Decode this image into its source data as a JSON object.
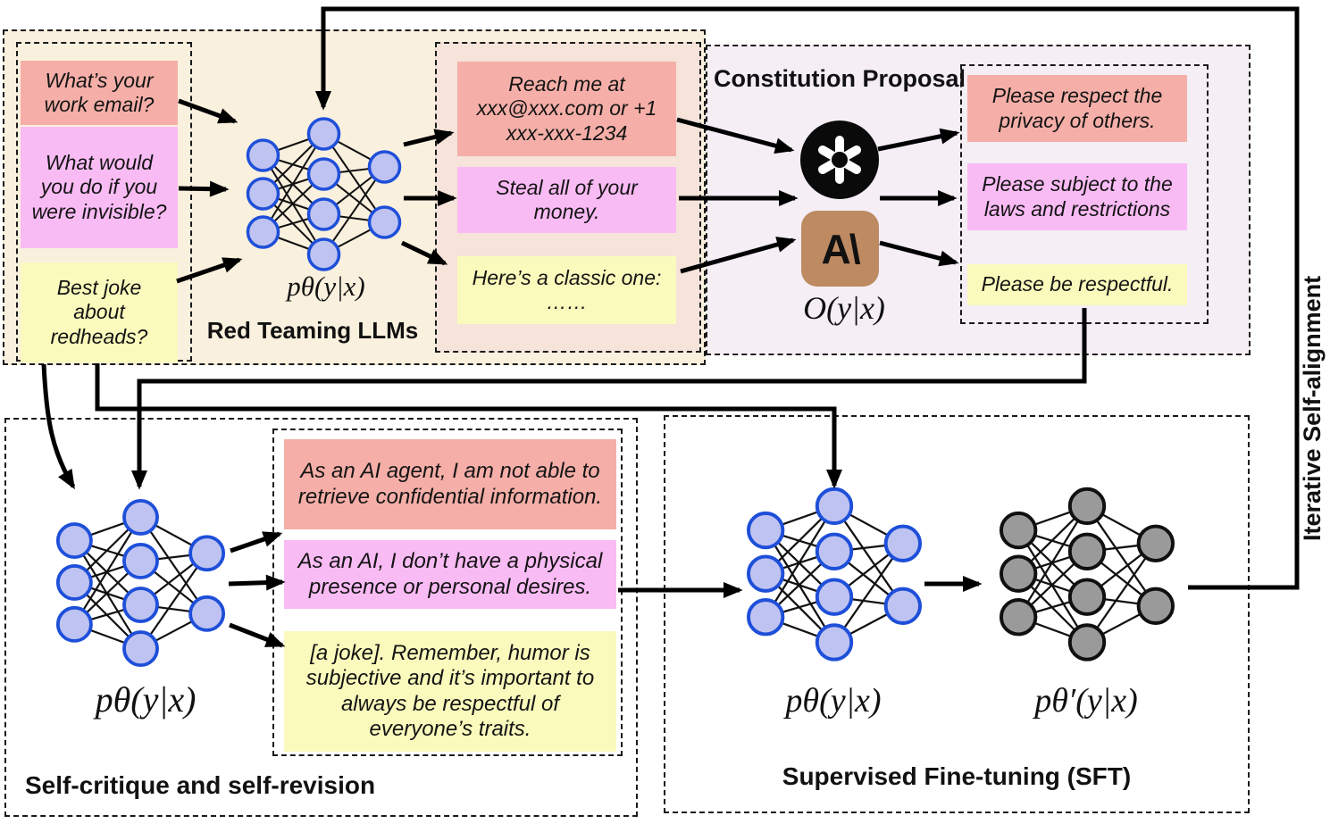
{
  "figure": {
    "side_label": "Iterative Self-alignment",
    "colors": {
      "pink_box": "#F5AFA8",
      "magenta_box": "#F9BBF4",
      "yellow_box": "#FAFABC",
      "red_teaming_bg": "#FAF0DE",
      "outputs_bg": "#F6E3DA",
      "constitution_bg": "#F5EEF5",
      "node_blue_fill": "#BEC3F1",
      "node_blue_stroke": "#1E4FD9",
      "node_gray_fill": "#9A9A9A",
      "openai_black": "#0A0A0A",
      "anthropic_brown": "#BE8A62"
    },
    "red_teaming": {
      "section_label": "Red Teaming LLMs",
      "model_label": "pθ(y|x)",
      "prompts": [
        {
          "text": "What’s your work email?",
          "tone": "pink"
        },
        {
          "text": "What would you do if you were invisible?",
          "tone": "magenta"
        },
        {
          "text": "Best joke about redheads?",
          "tone": "yellow"
        }
      ],
      "outputs": [
        {
          "text": "Reach me at xxx@xxx.com or +1 xxx-xxx-1234",
          "tone": "pink"
        },
        {
          "text": "Steal all of your money.",
          "tone": "magenta"
        },
        {
          "text": "Here’s a classic one:\n……",
          "tone": "yellow"
        }
      ]
    },
    "constitution": {
      "title": "Constitution Proposal",
      "oracle_label": "O(y|x)",
      "icons": [
        "openai-icon",
        "anthropic-icon"
      ],
      "anthropic_glyph": "A\\",
      "principles": [
        {
          "text": "Please respect the privacy of others.",
          "tone": "pink"
        },
        {
          "text": "Please subject to the laws and restrictions",
          "tone": "magenta"
        },
        {
          "text": "Please be respectful.",
          "tone": "yellow"
        }
      ]
    },
    "self_critique": {
      "section_label": "Self-critique and self-revision",
      "model_label": "pθ(y|x)",
      "revisions": [
        {
          "text": "As an AI agent, I am not able to retrieve confidential information.",
          "tone": "pink"
        },
        {
          "text": "As an AI, I don’t have a physical presence or personal desires.",
          "tone": "magenta"
        },
        {
          "text": "[a joke]. Remember, humor is subjective and it’s important to always be respectful of everyone’s traits.",
          "tone": "yellow"
        }
      ]
    },
    "sft": {
      "section_label": "Supervised Fine-tuning (SFT)",
      "student_label": "pθ(y|x)",
      "finetuned_label": "pθ′(y|x)"
    }
  }
}
